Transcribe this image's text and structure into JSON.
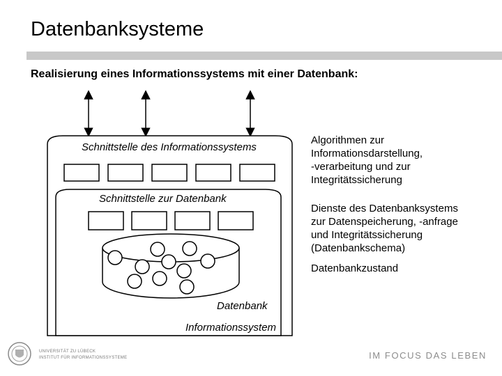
{
  "slide": {
    "title": "Datenbanksysteme",
    "subtitle": "Realisierung eines Informationssystems mit einer Datenbank:"
  },
  "diagram": {
    "interface_is_label": "Schnittstelle des Informationssystems",
    "interface_db_label": "Schnittstelle zur Datenbank",
    "database_label": "Datenbank",
    "system_label": "Informationssystem"
  },
  "right_text": {
    "algorithms": [
      "Algorithmen zur",
      "Informationsdarstellung,",
      "-verarbeitung und zur",
      "Integritätssicherung"
    ],
    "services": [
      "Dienste des Datenbanksystems",
      "zur Datenspeicherung, -anfrage",
      "und Integritätssicherung",
      "(Datenbankschema)"
    ],
    "state": "Datenbankzustand"
  },
  "footer": {
    "university_line1": "UNIVERSITÄT ZU LÜBECK",
    "university_line2": "INSTITUT FÜR INFORMATIONSSYSTEME",
    "slogan": "IM FOCUS DAS LEBEN"
  }
}
